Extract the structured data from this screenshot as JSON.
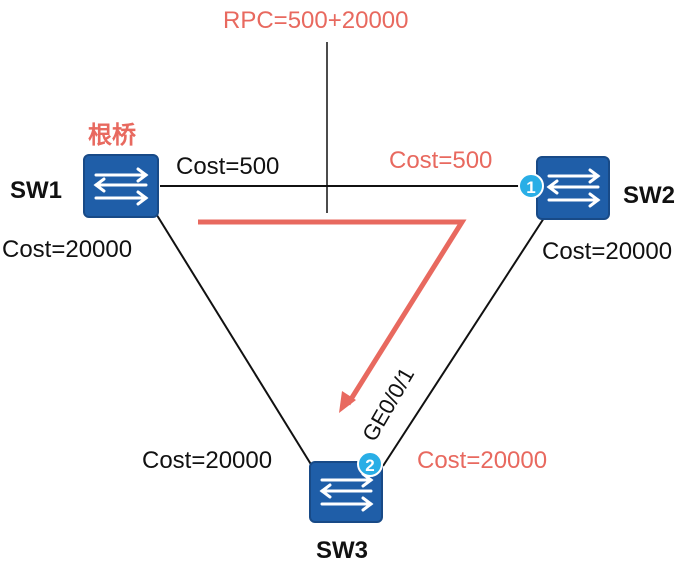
{
  "colors": {
    "switch_fill": "#1f5ea8",
    "switch_stroke": "#184a87",
    "badge": "#29aee6",
    "highlight": "#e8695f",
    "link": "#111111"
  },
  "top_label": "RPC=500+20000",
  "root_label": "根桥",
  "switches": {
    "sw1": {
      "name": "SW1",
      "icon": "switch-icon"
    },
    "sw2": {
      "name": "SW2",
      "icon": "switch-icon",
      "port_badge": "1"
    },
    "sw3": {
      "name": "SW3",
      "icon": "switch-icon",
      "port_badge": "2"
    }
  },
  "links": {
    "sw1_sw2": {
      "cost_sw1_side": "Cost=500",
      "cost_sw2_side": "Cost=500"
    },
    "sw1_sw3": {
      "cost_sw1_side": "Cost=20000",
      "cost_sw3_side": "Cost=20000"
    },
    "sw2_sw3": {
      "cost_sw2_side": "Cost=20000",
      "cost_sw3_side": "Cost=20000",
      "port_name": "GE0/0/1"
    }
  }
}
